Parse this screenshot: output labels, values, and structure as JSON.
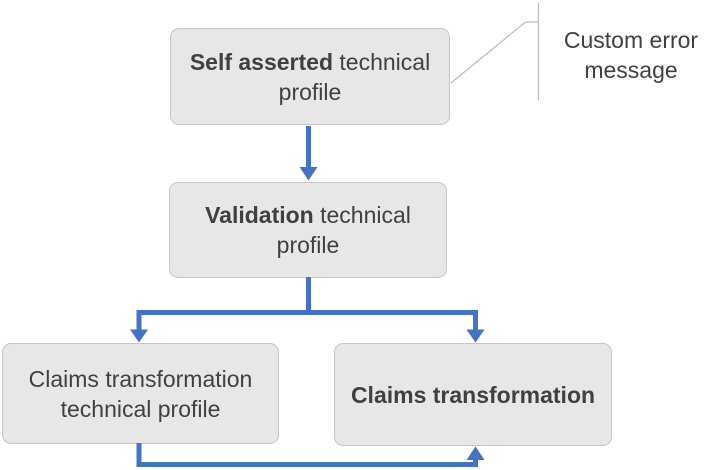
{
  "diagram": {
    "nodes": [
      {
        "id": "self-asserted-technical-profile",
        "bold": "Self asserted",
        "regular": " technical profile"
      },
      {
        "id": "validation-technical-profile",
        "bold": "Validation",
        "regular": " technical profile"
      },
      {
        "id": "claims-transformation-technical-profile",
        "bold": "",
        "regular": "Claims transformation technical profile"
      },
      {
        "id": "claims-transformation",
        "bold": "Claims transformation",
        "regular": ""
      }
    ],
    "callout": {
      "text": "Custom error message",
      "attached_to": "self-asserted-technical-profile"
    },
    "edges": [
      {
        "from": "self-asserted-technical-profile",
        "to": "validation-technical-profile"
      },
      {
        "from": "validation-technical-profile",
        "to": "claims-transformation-technical-profile"
      },
      {
        "from": "validation-technical-profile",
        "to": "claims-transformation"
      },
      {
        "from": "claims-transformation-technical-profile",
        "to": "claims-transformation"
      }
    ]
  },
  "colors": {
    "accent": "#4472C4",
    "node_fill": "#E8E7E7",
    "node_border": "#C7C7C7",
    "text": "#404040",
    "callout_line": "#BFBFBF",
    "background": "#FFFFFF"
  }
}
